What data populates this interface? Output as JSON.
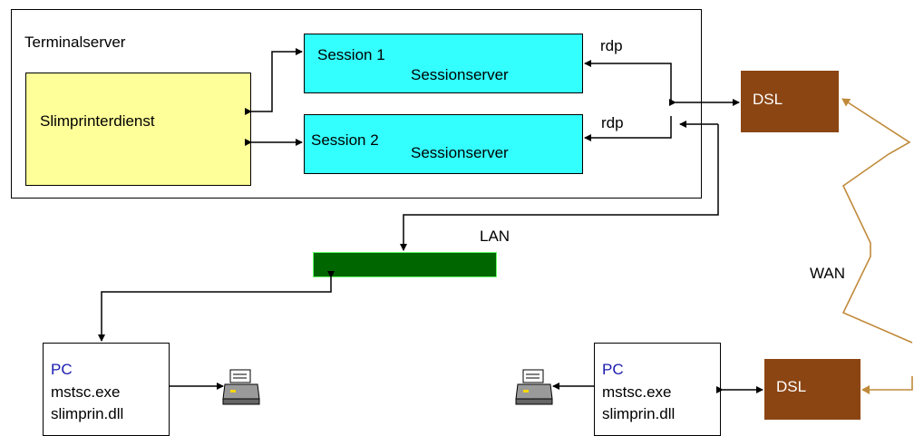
{
  "terminal_server": {
    "label": "Terminalserver"
  },
  "printer_service": {
    "label": "Slimprinterdienst"
  },
  "sessions": [
    {
      "name": "Session 1",
      "server": "Sessionserver",
      "protocol": "rdp"
    },
    {
      "name": "Session 2",
      "server": "Sessionserver",
      "protocol": "rdp"
    }
  ],
  "dsl_top": {
    "label": "DSL"
  },
  "dsl_bottom": {
    "label": "DSL"
  },
  "lan": {
    "label": "LAN"
  },
  "wan": {
    "label": "WAN"
  },
  "pc_left": {
    "title": "PC",
    "line1": "mstsc.exe",
    "line2": "slimprin.dll"
  },
  "pc_right": {
    "title": "PC",
    "line1": "mstsc.exe",
    "line2": "slimprin.dll"
  },
  "colors": {
    "session_fill": "#33ffff",
    "service_fill": "#ffff99",
    "dsl_fill": "#8b4513",
    "lan_fill": "#006600",
    "wan_line": "#c08a3a"
  }
}
